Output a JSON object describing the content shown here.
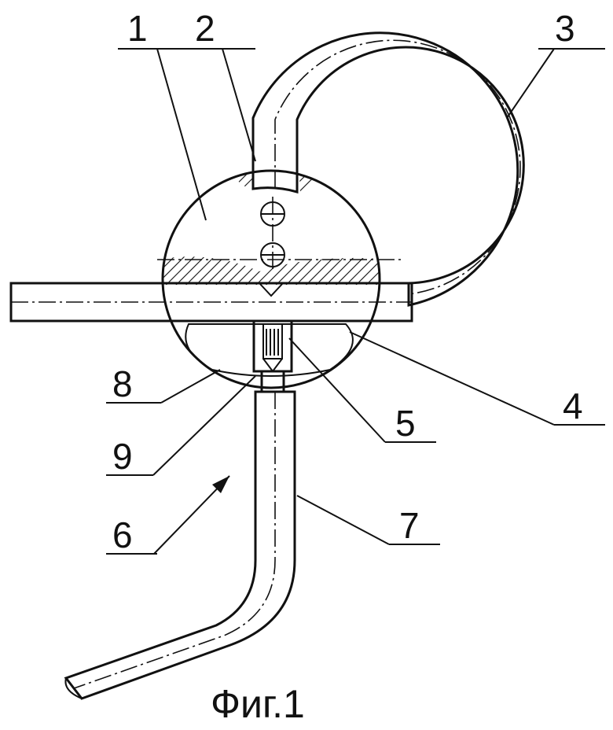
{
  "figure": {
    "caption": "Фиг.1",
    "labels": {
      "l1": "1",
      "l2": "2",
      "l3": "3",
      "l4": "4",
      "l5": "5",
      "l6": "6",
      "l7": "7",
      "l8": "8",
      "l9": "9"
    }
  }
}
